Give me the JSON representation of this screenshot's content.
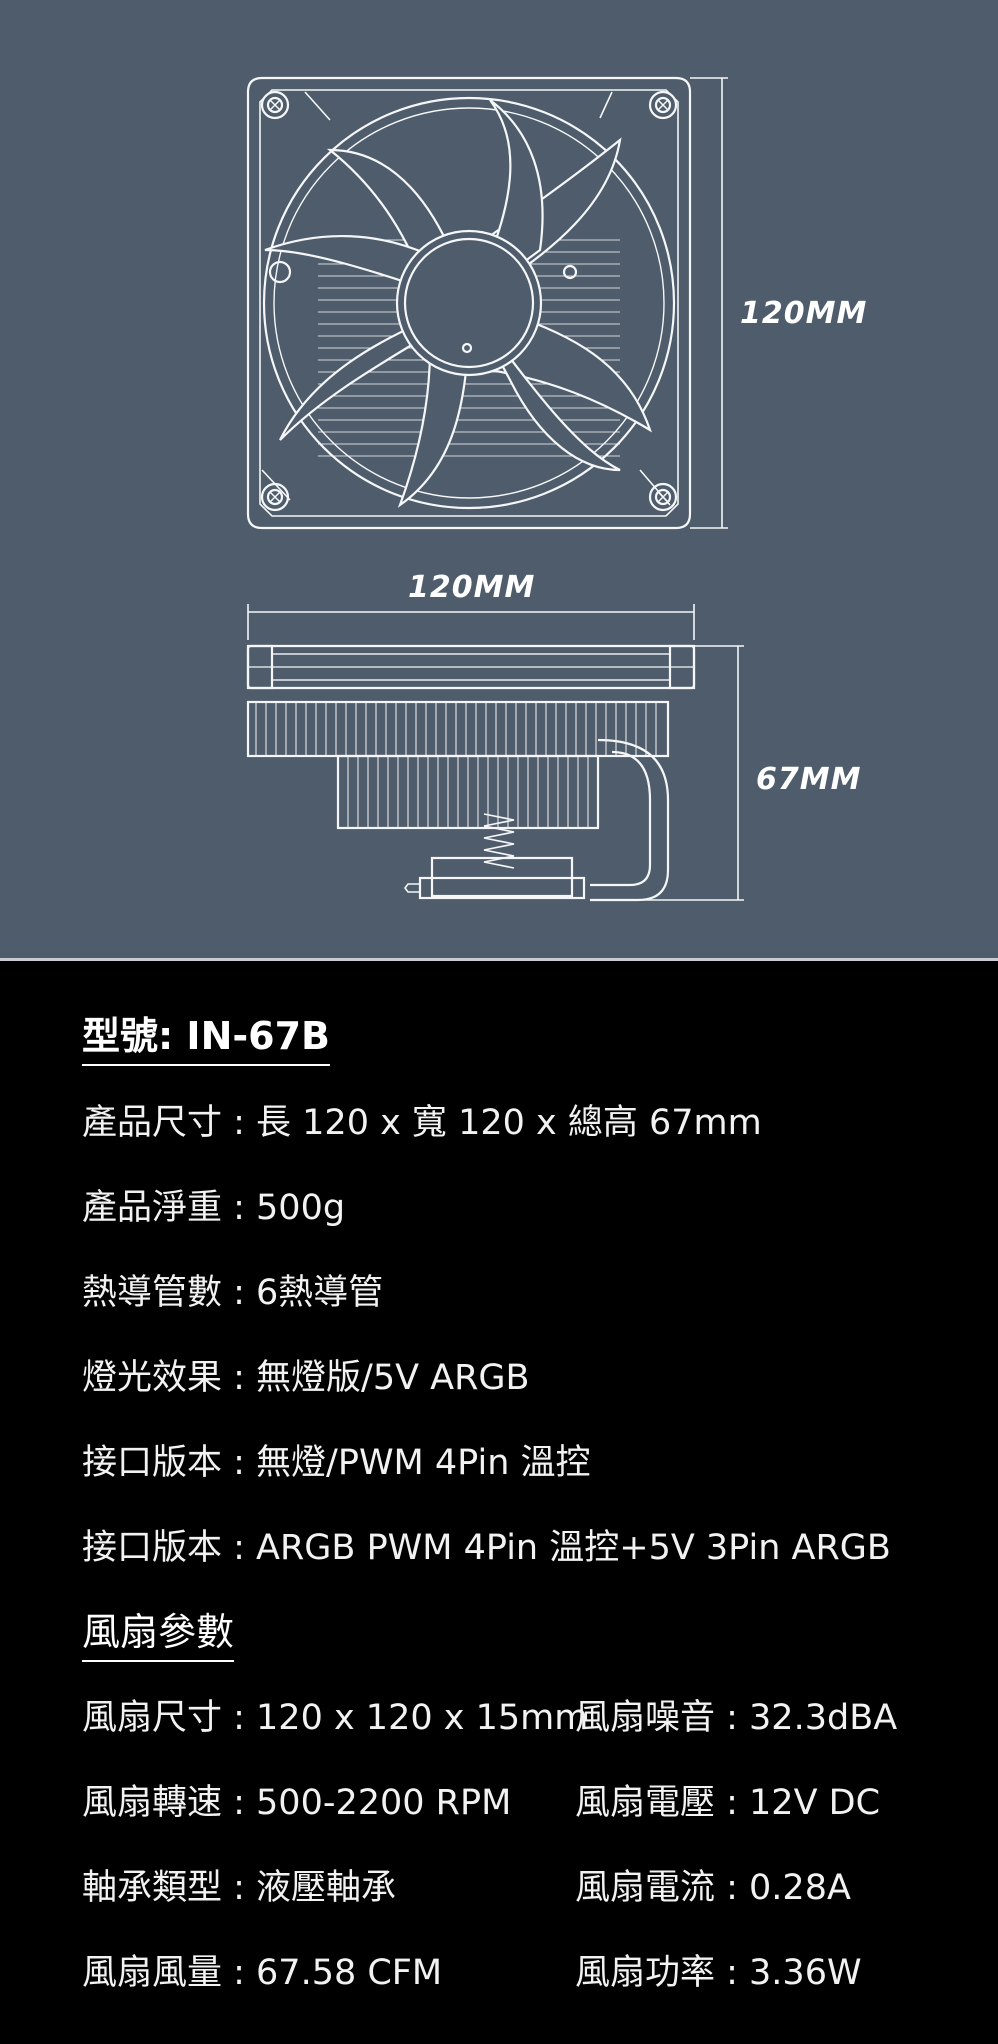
{
  "dimensions": {
    "fan_height": "120MM",
    "fan_width": "120MM",
    "total_height": "67MM"
  },
  "model": {
    "label": "型號: IN-67B"
  },
  "product_specs": [
    {
      "label": "產品尺寸 : 長 120 x 寬 120 x 總高 67mm"
    },
    {
      "label": "產品淨重 : 500g"
    },
    {
      "label": "熱導管數 : 6熱導管"
    },
    {
      "label": "燈光效果 : 無燈版/5V ARGB"
    },
    {
      "label": "接口版本 : 無燈/PWM 4Pin 溫控"
    },
    {
      "label": "接口版本 : ARGB PWM 4Pin 溫控+5V 3Pin ARGB"
    }
  ],
  "fan_section": {
    "title": "風扇參數"
  },
  "fan_specs": [
    {
      "left": "風扇尺寸 : 120 x 120 x 15mm",
      "right": "風扇噪音 : 32.3dBA"
    },
    {
      "left": "風扇轉速 : 500-2200 RPM",
      "right": "風扇電壓 : 12V DC"
    },
    {
      "left": "軸承類型 : 液壓軸承",
      "right": "風扇電流 : 0.28A"
    },
    {
      "left": "風扇風量 : 67.58 CFM",
      "right": "風扇功率 : 3.36W"
    }
  ]
}
